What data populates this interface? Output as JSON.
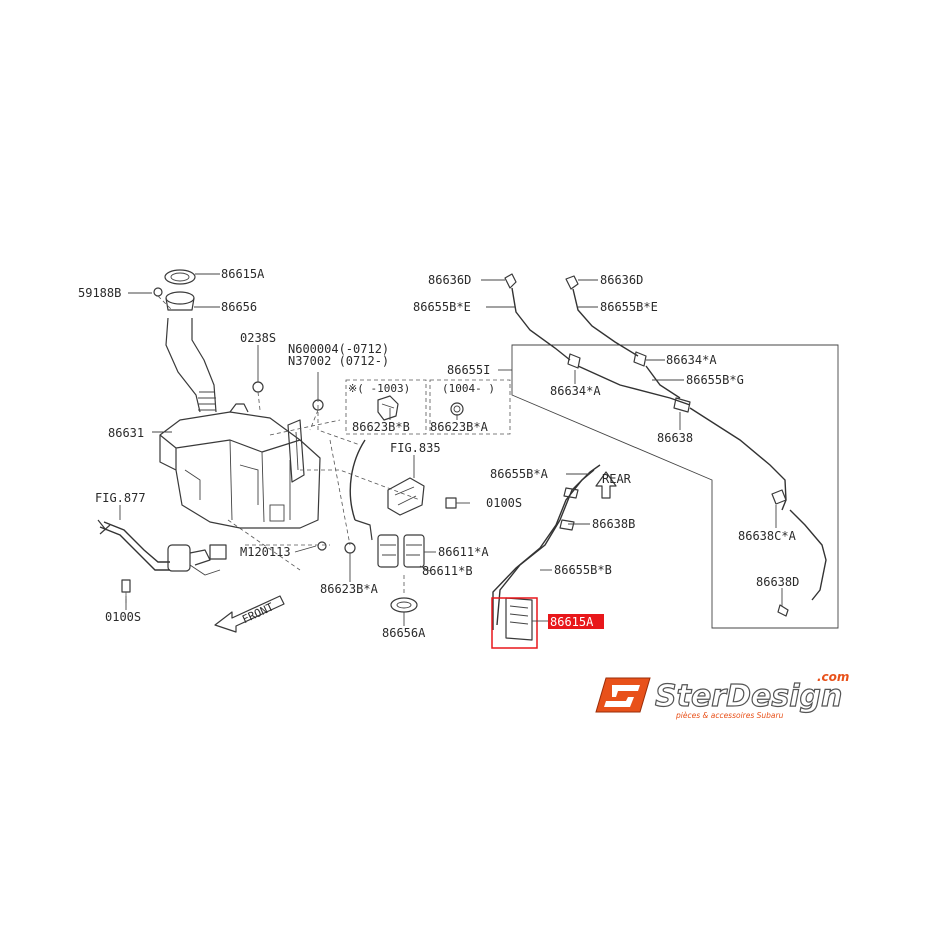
{
  "labels": {
    "p86615A": "86615A",
    "p59188B": "59188B",
    "p86656": "86656",
    "p0238S": "0238S",
    "pN600004": "N600004(-0712)",
    "pN37002": "N37002 (0712-)",
    "pRange1": "※( -1003)",
    "pRange2": "(1004- )",
    "p86623BxB": "86623B*B",
    "p86623BxA_top": "86623B*A",
    "p86631": "86631",
    "pFIG835": "FIG.835",
    "p0100S_right": "0100S",
    "pFIG877": "FIG.877",
    "pM120113": "M120113",
    "p86611xA": "86611*A",
    "p86611xB": "86611*B",
    "p86623BxA_bot": "86623B*A",
    "p0100S_left": "0100S",
    "p86656A": "86656A",
    "pFRONT": "FRONT",
    "p86636D_left": "86636D",
    "p86636D_right": "86636D",
    "p86655BxE_left": "86655B*E",
    "p86655BxE_right": "86655B*E",
    "p86655I": "86655I",
    "p86634xA_right": "86634*A",
    "p86634xA_left": "86634*A",
    "p86655BxG": "86655B*G",
    "p86638": "86638",
    "p86655BxA": "86655B*A",
    "pREAR": "REAR",
    "p86638B": "86638B",
    "p86638CxA": "86638C*A",
    "p86655BxB": "86655B*B",
    "p86638D": "86638D",
    "p86615A_hl": "86615A"
  },
  "logo": {
    "name": "SterDesign",
    "domain": ".com",
    "tagline": "pièces & accessoires Subaru",
    "accent": "#e8511a"
  },
  "colors": {
    "highlight": "#e8171b",
    "line": "#3a3a3a"
  }
}
